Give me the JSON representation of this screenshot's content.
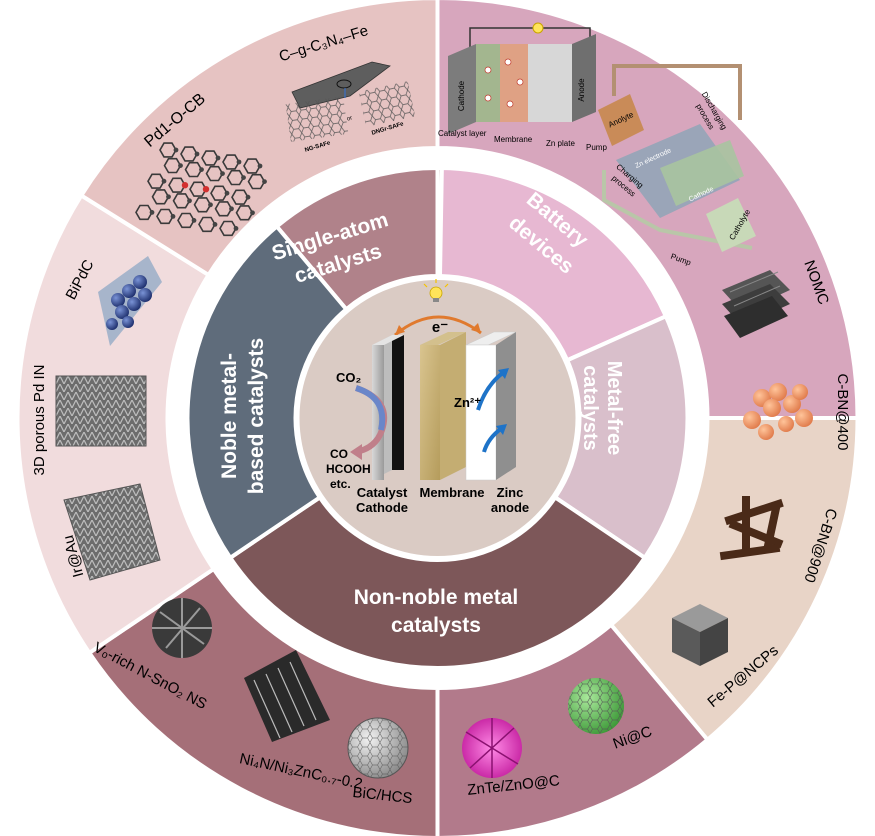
{
  "colors": {
    "outer_single_atom": "#e6c3c2",
    "outer_battery": "#d7a6bd",
    "outer_noble": "#f1dcdd",
    "outer_metal_free": "#e8d4c7",
    "outer_non_noble_left": "#a56f78",
    "outer_non_noble_right": "#b27a8b",
    "inner_single_atom": "#b0828a",
    "inner_battery": "#e7b8d2",
    "inner_noble": "#5f6c7b",
    "inner_metal_free": "#d9bfcb",
    "inner_non_noble": "#7d5759",
    "center_disc": "#dacbc4",
    "arrow": "#e07a2e"
  },
  "inner_labels": {
    "single_atom": [
      "Single-atom",
      "catalysts"
    ],
    "battery": [
      "Battery",
      "devices"
    ],
    "metal_free": [
      "Metal-free",
      "catalysts"
    ],
    "noble": [
      "Noble metal-",
      "based catalysts"
    ],
    "non_noble": [
      "Non-noble metal",
      "catalysts"
    ]
  },
  "center": {
    "electron": "e⁻",
    "co2": "CO₂",
    "products": [
      "CO",
      "HCOOH",
      "etc."
    ],
    "zn_ion": "Zn²⁺",
    "cathode_label": [
      "Catalyst",
      "Cathode"
    ],
    "membrane_label": "Membrane",
    "anode_label": [
      "Zinc",
      "anode"
    ]
  },
  "outer_labels": {
    "c_g_c3n4_fe": "C–g-C₃N₄–Fe",
    "ng_safe": "NG-SAFe",
    "or": "or",
    "dngr_safe": "DNGr-SAFe",
    "pd1_o_cb": "Pd1-O-CB",
    "bipdc": "BiPdC",
    "porous_pd": "3D porous Pd IN",
    "ir_au": "Ir@Au",
    "vo_sno2": "Vₒ-rich N-SnO₂ NS",
    "ni4n": "Ni₄N/Ni₃ZnC₀.₇-0.2",
    "bic_hcs": "BiC/HCS",
    "znte": "ZnTe/ZnO@C",
    "ni_c": "Ni@C",
    "fe_p": "Fe-P@NCPs",
    "nomc": "NOMC",
    "cbn400": "C-BN@400",
    "cbn900": "C-BN@900"
  },
  "battery_panel": {
    "cathode": "Cathode",
    "anode": "Anode",
    "catalyst_layer": "Catalyst layer",
    "membrane": "Membrane",
    "zn_plate": "Zn plate",
    "pump": "Pump",
    "anolyte": "Anolyte",
    "zn_electrode": "Zn electrode",
    "cathode2": "Cathode",
    "catholyte": "Catholyte",
    "discharging": [
      "Discharging",
      "process"
    ],
    "charging": [
      "Charging",
      "process"
    ],
    "pump2": "Pump"
  }
}
